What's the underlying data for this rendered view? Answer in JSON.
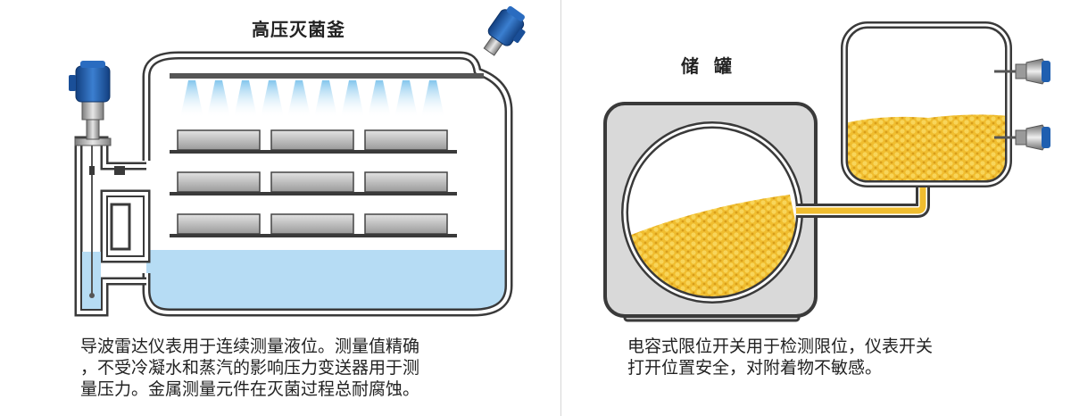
{
  "left": {
    "title": "高压灭菌釜",
    "caption_lines": [
      "导波雷达仪表用于连续测量液位。测量值精确",
      "，不受冷凝水和蒸汽的影响压力变送器用于测",
      "量压力。金属测量元件在灭菌过程总耐腐蚀。"
    ]
  },
  "right": {
    "title": "储  罐",
    "caption_lines": [
      "电容式限位开关用于检测限位，仪表开关",
      "打开位置安全，对附着物不敏感。"
    ]
  },
  "colors": {
    "water": "#b6dcf4",
    "steam": "#9fd3ef",
    "granules": "#f3c236",
    "vessel_stroke": "#3a3a3a",
    "sensor_blue": "#1f5fb0",
    "tray": "#a6a6a6",
    "outer_box": "#d9d9d9"
  },
  "icons": {
    "radar_sensor": "radar-level-transmitter-icon",
    "pressure_sensor": "pressure-transmitter-icon",
    "limit_switch": "capacitive-limit-switch-icon"
  }
}
